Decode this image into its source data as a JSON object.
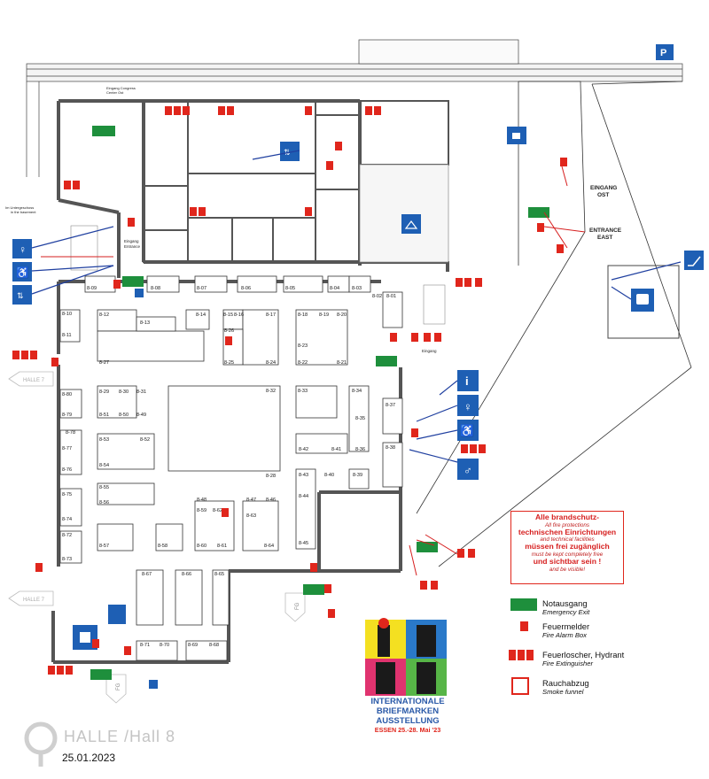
{
  "labels": {
    "entrance_congress": "Eingang Congress",
    "entrance_congress_sub": "Center Ost",
    "entrance_west": "Eingang",
    "entrance_west_sub": "Entrance",
    "eingang": "Eingang",
    "eingang_ost": "EINGANG",
    "ost": "OST",
    "entrance_east": "ENTRANCE",
    "east": "EAST",
    "im_untergeschoss": "Im Untergeschoss",
    "im_untergeschoss_sub": "in the basement",
    "halle7_upper": "HALLE 7",
    "halle7_lower": "HALLE 7",
    "fg_bottom": "FG",
    "fg_middle": "FG"
  },
  "booths": [
    "8-01",
    "8-02",
    "8-03",
    "8-04",
    "8-05",
    "8-06",
    "8-07",
    "8-08",
    "8-09",
    "8-10",
    "8-11",
    "8-12",
    "8-13",
    "8-14",
    "8-15",
    "8-16",
    "8-17",
    "8-18",
    "8-19",
    "8-20",
    "8-21",
    "8-22",
    "8-23",
    "8-24",
    "8-25",
    "8-26",
    "8-27",
    "8-28",
    "8-29",
    "8-30",
    "8-31",
    "8-32",
    "8-33",
    "8-34",
    "8-35",
    "8-36",
    "8-37",
    "8-38",
    "8-39",
    "8-40",
    "8-41",
    "8-42",
    "8-43",
    "8-44",
    "8-45",
    "8-46",
    "8-47",
    "8-48",
    "8-49",
    "8-50",
    "8-51",
    "8-52",
    "8-53",
    "8-54",
    "8-55",
    "8-56",
    "8-57",
    "8-58",
    "8-59",
    "8-60",
    "8-61",
    "8-62",
    "8-63",
    "8-64",
    "8-65",
    "8-66",
    "8-67",
    "8-68",
    "8-69",
    "8-70",
    "8-71",
    "8-72",
    "8-73",
    "8-74",
    "8-75",
    "8-76",
    "8-77",
    "8-78",
    "8-79",
    "8-80"
  ],
  "notice": {
    "line1": "Alle brandschutz-",
    "line2": "All fire protections",
    "line3": "technischen Einrichtungen",
    "line4": "and technical facilities",
    "line5": "müssen frei zugänglich",
    "line6": "must be kept completely free",
    "line7": "und sichtbar sein !",
    "line8": "and be visible!"
  },
  "legend": [
    {
      "main": "Notausgang",
      "sub": "Emergency Exit"
    },
    {
      "main": "Feuermelder",
      "sub": "Fire Alarm Box"
    },
    {
      "main": "Feuerloscher, Hydrant",
      "sub": "Fire Extinguisher"
    },
    {
      "main": "Rauchabzug",
      "sub": "Smoke funnel"
    }
  ],
  "ibra": {
    "line1": "INTERNATIONALE",
    "line2": "BRIEFMARKEN",
    "line3": "AUSSTELLUNG",
    "line4": "ESSEN 25.-28. Mai '23"
  },
  "footer": {
    "title": "HALLE /Hall  8",
    "date": "25.01.2023"
  },
  "colors": {
    "wall": "#555555",
    "fire_red": "#e0261c",
    "exit_green": "#1e8f3c",
    "info_blue": "#1e5fb4"
  }
}
